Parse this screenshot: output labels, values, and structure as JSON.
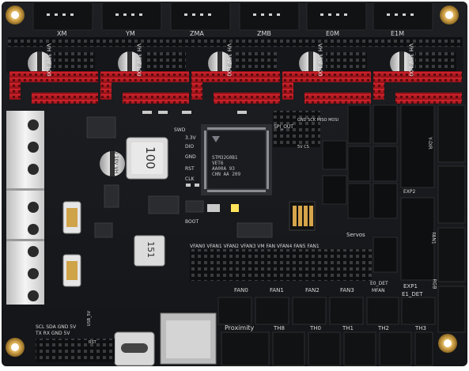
{
  "board": {
    "colors": {
      "pcb": "#181a1d",
      "header_red": "#b3151c",
      "connector_black": "#111214",
      "terminal_white": "#e8e8e8",
      "silkscreen": "#d8d8d8",
      "gold": "#d2a64a"
    },
    "top_connectors": [
      {
        "label": "XM"
      },
      {
        "label": "YM"
      },
      {
        "label": "ZMA"
      },
      {
        "label": "ZMB"
      },
      {
        "label": "E0M"
      },
      {
        "label": "E1M"
      }
    ],
    "driver_caps": [
      {
        "value": "100",
        "rating": "35V",
        "sub": "VH"
      },
      {
        "value": "100",
        "rating": "35V",
        "sub": "VH"
      },
      {
        "value": "100",
        "rating": "35V",
        "sub": "VH"
      },
      {
        "value": "100",
        "rating": "35V",
        "sub": "VH"
      },
      {
        "value": "100",
        "rating": "35V",
        "sub": "VH"
      }
    ],
    "mcu": {
      "line1": "STM32G0B1",
      "line2": "VET6",
      "line3": "AA00A 93",
      "line4": "CHN AA 209"
    },
    "inductor_label": "100",
    "small_inductor_label": "151",
    "cap_330": {
      "l1": "330",
      "l2": "10V",
      "l3": "VH"
    },
    "swd": {
      "title": "SWD",
      "pins": [
        "3.3V",
        "DIO",
        "GND",
        "RST",
        "CLK"
      ]
    },
    "spi_out": "SPI_OUT",
    "spi_pins": "GND SCK MISO MOSI",
    "spi_pins2": "5V CS",
    "boot": "BOOT",
    "servos": "Servos",
    "fan_strip": "VFAN0 VFAN1 VFAN2 VFAN3 VM FAN VFAN4 FAN5 FAN1",
    "fan_labels": [
      "FAN0",
      "FAN1",
      "FAN2",
      "FAN3"
    ],
    "e0_det": "E0_DET",
    "mfan": "MFAN",
    "exp1": "EXP1",
    "e1_det": "E1_DET",
    "bottom_labels": [
      "Proximity",
      "TH8",
      "TH0",
      "TH1",
      "TH2",
      "TH3"
    ],
    "usb_5v": "USB_5V",
    "rst": "RST",
    "scl_labels": "SCL SDA GND 5V",
    "tx_labels": "TX RX GND 5V",
    "right_labels": [
      "Y-DIR",
      "FAN1",
      "EXP2"
    ],
    "rgb": "RGB"
  }
}
